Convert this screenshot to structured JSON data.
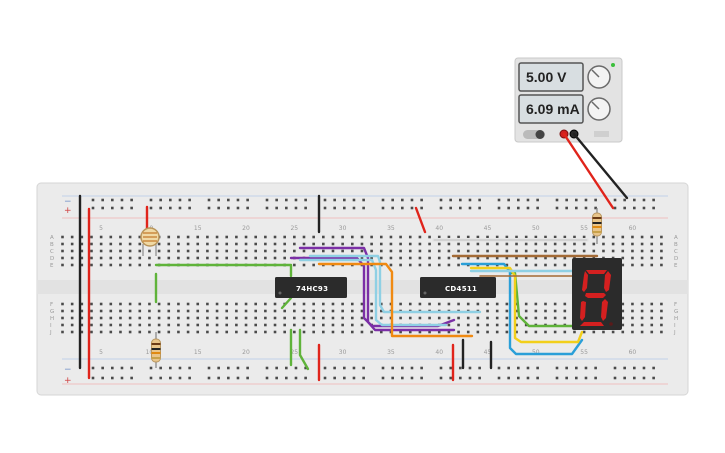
{
  "power_supply": {
    "voltage": "5.00 V",
    "current": "6.09 mA"
  },
  "breadboard": {
    "column_numbers": [
      "5",
      "10",
      "15",
      "20",
      "25",
      "30",
      "35",
      "40",
      "45",
      "50",
      "55",
      "60"
    ],
    "top_rows": [
      "A",
      "B",
      "C",
      "D",
      "E"
    ],
    "bottom_rows": [
      "F",
      "G",
      "H",
      "I",
      "J"
    ],
    "rail_minus": "−",
    "rail_plus": "+"
  },
  "chips": {
    "counter": "74HC93",
    "decoder": "CD4511"
  },
  "colors": {
    "board": "#ebebeb",
    "hole": "#4a4a4a",
    "wire_red": "#e0241b",
    "wire_black": "#222222",
    "wire_green": "#5fb33a",
    "wire_purple": "#7b2fa6",
    "wire_cyan": "#8fd0e4",
    "wire_orange": "#f08a12",
    "wire_brown": "#a36a35",
    "wire_blue": "#2a9fd8",
    "wire_yellow": "#f2cf1a",
    "display_segment": "#d42020"
  }
}
